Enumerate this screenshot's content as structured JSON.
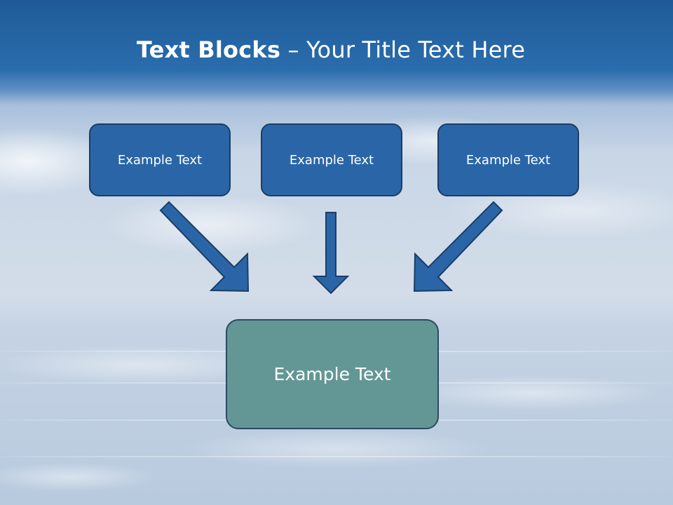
{
  "slide": {
    "title_bold": "Text Blocks",
    "title_dash": "–",
    "title_rest": "Your Title Text Here",
    "boxes": {
      "top_left": "Example Text",
      "top_center": "Example Text",
      "top_right": "Example Text",
      "bottom": "Example Text"
    }
  },
  "colors": {
    "top_box_fill": "#2a66a7",
    "top_box_border": "#1b3d66",
    "bottom_box_fill": "#639796",
    "arrow_fill": "#2a66a7",
    "arrow_stroke": "#1b3d66"
  },
  "icons": {
    "arrows": [
      "arrow-down-right-icon",
      "arrow-down-icon",
      "arrow-down-left-icon"
    ]
  }
}
